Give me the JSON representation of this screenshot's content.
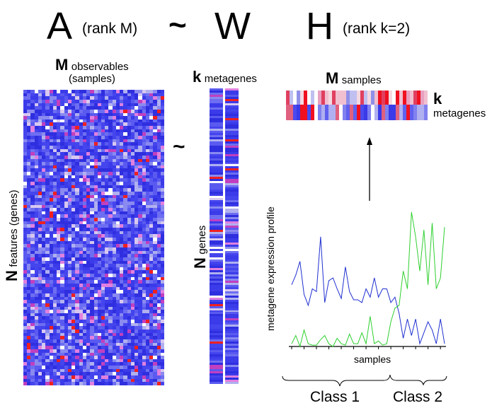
{
  "equation": {
    "a_letter": "A",
    "a_rank": "(rank M)",
    "tilde": "~",
    "w_letter": "W",
    "h_letter": "H",
    "h_rank": "(rank k=2)"
  },
  "matrix_a": {
    "top_letter": "M",
    "top_label_1": "observables",
    "top_label_2": "(samples)",
    "side_letter": "N",
    "side_label": "features (genes)"
  },
  "approx_symbol": "~",
  "matrix_w": {
    "top_letter": "k",
    "top_label": "metagenes",
    "side_letter": "N",
    "side_label": "genes"
  },
  "matrix_h": {
    "top_letter": "M",
    "top_label": "samples",
    "side_letter": "k",
    "side_label": "metagenes"
  },
  "profile_plot": {
    "ylabel": "metagene expression profile",
    "xlabel": "samples",
    "class_1": "Class 1",
    "class_2": "Class 2",
    "colors": {
      "series_1": "#1f2fd0",
      "series_2": "#2fd02f"
    }
  },
  "chart_data": {
    "type": "line",
    "xlabel": "samples",
    "ylabel": "metagene expression profile",
    "x": [
      1,
      2,
      3,
      4,
      5,
      6,
      7,
      8,
      9,
      10,
      11,
      12,
      13,
      14,
      15,
      16,
      17,
      18,
      19,
      20,
      21,
      22,
      23,
      24,
      25,
      26,
      27,
      28,
      29,
      30,
      31,
      32,
      33,
      34,
      35,
      36,
      37,
      38
    ],
    "series": [
      {
        "values": [
          0.45,
          0.52,
          0.62,
          0.38,
          0.3,
          0.42,
          0.4,
          0.8,
          0.32,
          0.48,
          0.5,
          0.42,
          0.35,
          0.58,
          0.4,
          0.34,
          0.34,
          0.32,
          0.42,
          0.36,
          0.5,
          0.36,
          0.42,
          0.42,
          0.32,
          0.36,
          0.24,
          0.06,
          0.2,
          0.08,
          0.2,
          0.02,
          0.1,
          0.18,
          0.12,
          0.02,
          0.2,
          0.02
        ]
      },
      {
        "values": [
          0.02,
          0.08,
          0.0,
          0.12,
          0.02,
          0.01,
          0.01,
          0.05,
          0.08,
          0.02,
          0.0,
          0.06,
          0.02,
          0.01,
          0.09,
          0.02,
          0.02,
          0.1,
          0.02,
          0.22,
          0.02,
          0.04,
          0.01,
          0.02,
          0.18,
          0.28,
          0.3,
          0.55,
          0.42,
          0.98,
          0.8,
          0.55,
          0.85,
          0.45,
          0.9,
          0.42,
          0.5,
          0.87
        ]
      }
    ]
  }
}
